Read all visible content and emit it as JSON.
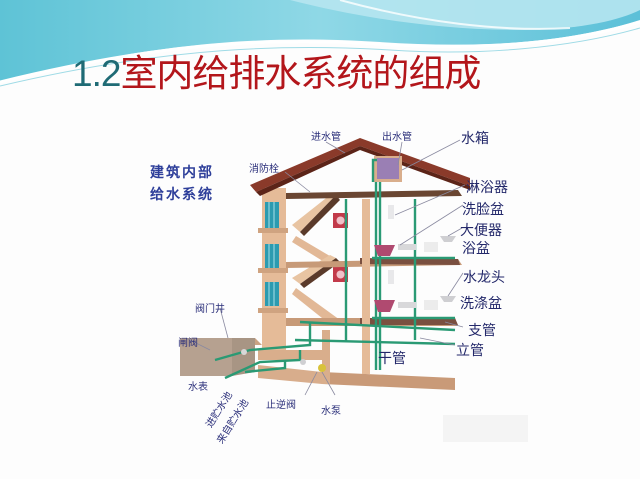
{
  "slide": {
    "title_number": "1.2",
    "title_text": "室内给排水系统的组成",
    "colors": {
      "title_number": "#1f6b75",
      "title_text": "#b3161b",
      "label": "#2b2f7a",
      "pipe": "#2a9a74",
      "wall": "#e2b896",
      "roof": "#8a3a2a"
    }
  },
  "diagram": {
    "side_caption": [
      "建筑内部",
      "给水系统"
    ],
    "labels": {
      "inlet_pipe": "进水管",
      "outlet_pipe": "出水管",
      "water_tank": "水箱",
      "fire_hydrant": "消防栓",
      "shower": "淋浴器",
      "wash_basin": "洗脸盆",
      "toilet": "大便器",
      "bathtub": "浴盆",
      "faucet": "水龙头",
      "sink": "洗涤盆",
      "branch_pipe": "支管",
      "riser_pipe": "立管",
      "main_pipe": "干管",
      "valve_well": "阀门井",
      "gate_valve": "闸阀",
      "water_meter": "水表",
      "into_storage_tank": "进贮水池",
      "from_storage_tank": "来自贮水池",
      "check_valve": "止逆阀",
      "water_pump": "水泵"
    }
  }
}
